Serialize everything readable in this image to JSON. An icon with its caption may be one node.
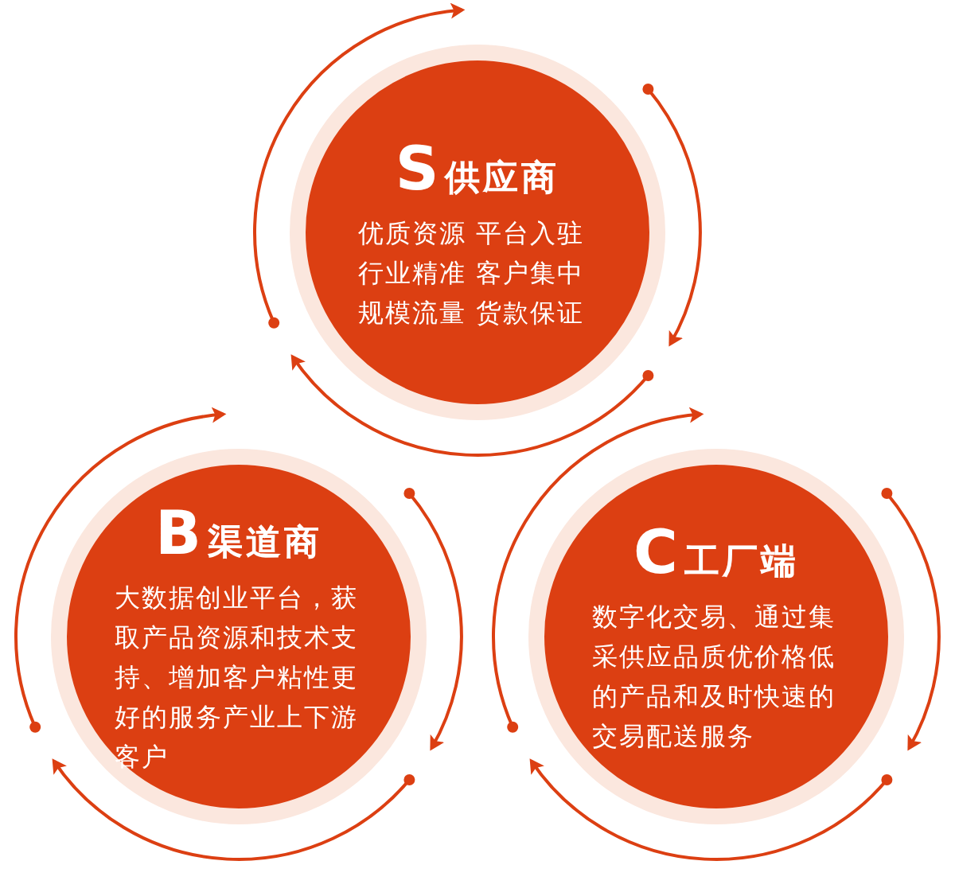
{
  "diagram": {
    "nodes": [
      {
        "text": [
          "S供应商",
          "优质资源 平台入驻行业精准 客户集中规模流量 货款保证"
        ]
      },
      {
        "text": [
          "B渠道商",
          "大数据创业平台，获取产品资源和技术支持、增加客户粘性更好的服务产业上下游客户"
        ]
      },
      {
        "text": [
          "C工厂端",
          "数字化交易、通过集采供应品质优价格低的产品和及时快速的交易配送服务"
        ]
      }
    ]
  }
}
